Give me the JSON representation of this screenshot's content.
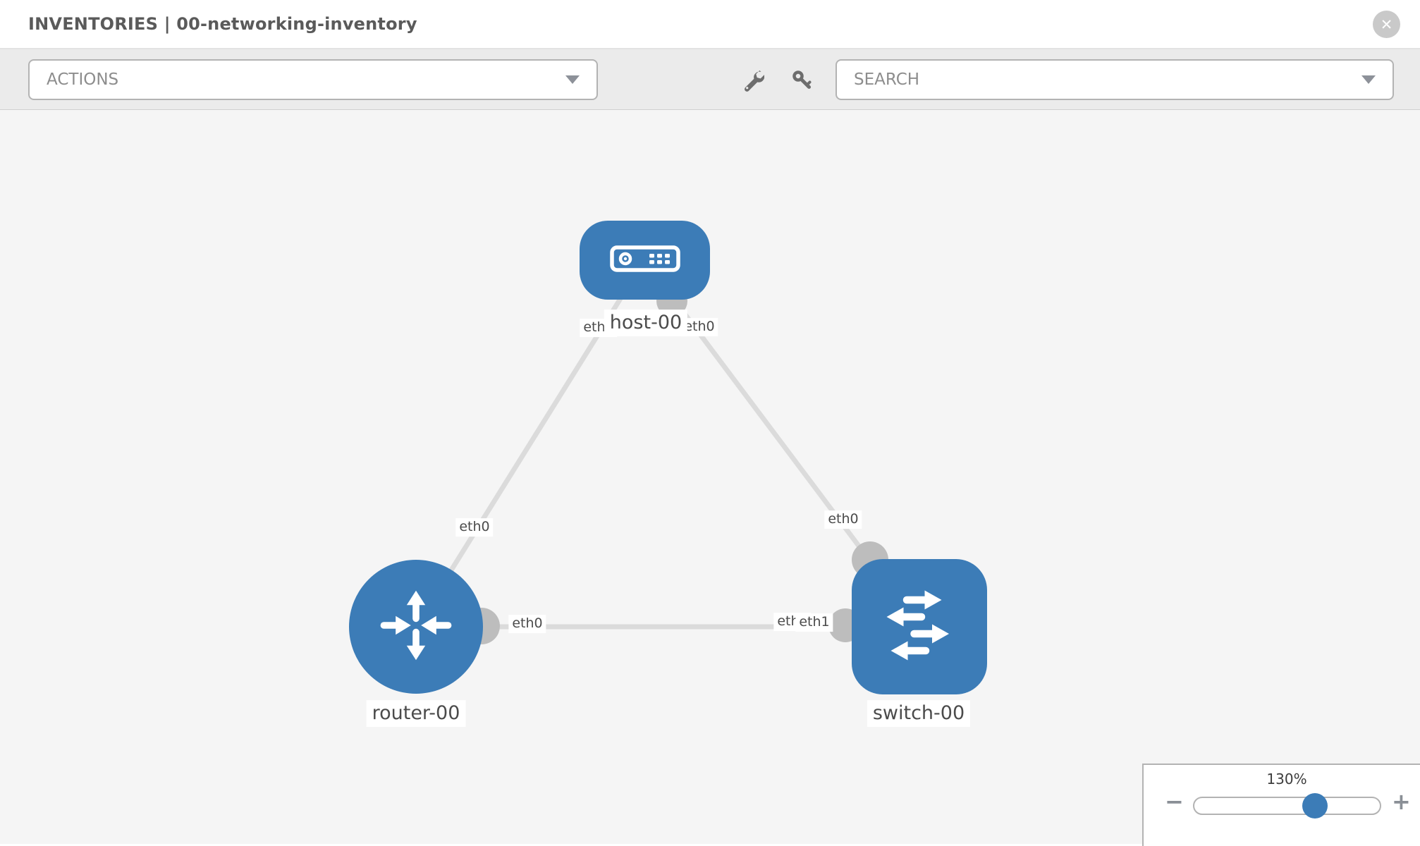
{
  "header": {
    "title": "INVENTORIES | 00-networking-inventory",
    "close_glyph": "✕"
  },
  "toolbar": {
    "actions_label": "ACTIONS",
    "search_label": "SEARCH",
    "icons": [
      "wrench",
      "key"
    ]
  },
  "labels": {
    "host": "host-00",
    "router": "router-00",
    "switch": "switch-00",
    "if_host_left": "eth0",
    "if_host_right": "eth0",
    "if_link_host_router_lower": "eth0",
    "if_router_right": "eth0",
    "if_switch_top": "eth0",
    "if_switch_left_under": "eth0",
    "if_switch_left_over": "eth1"
  },
  "topology": {
    "nodes": [
      {
        "id": "host-00",
        "type": "host"
      },
      {
        "id": "router-00",
        "type": "router"
      },
      {
        "id": "switch-00",
        "type": "switch"
      }
    ],
    "links": [
      {
        "from": "host-00",
        "from_if": "eth0",
        "to": "router-00",
        "to_if": "eth0"
      },
      {
        "from": "host-00",
        "from_if": "eth0",
        "to": "switch-00",
        "to_if": "eth0"
      },
      {
        "from": "router-00",
        "from_if": "eth0",
        "to": "switch-00",
        "to_if": "eth1"
      }
    ]
  },
  "zoom_control": {
    "level": "130%",
    "minus_glyph": "−",
    "plus_glyph": "+"
  },
  "colors": {
    "node_blue": "#3c7cb7",
    "link_gray": "#dbdbdb",
    "interface_gray": "#bdbdbd",
    "canvas_bg": "#f5f5f5",
    "toolbar_bg": "#ebebeb"
  }
}
